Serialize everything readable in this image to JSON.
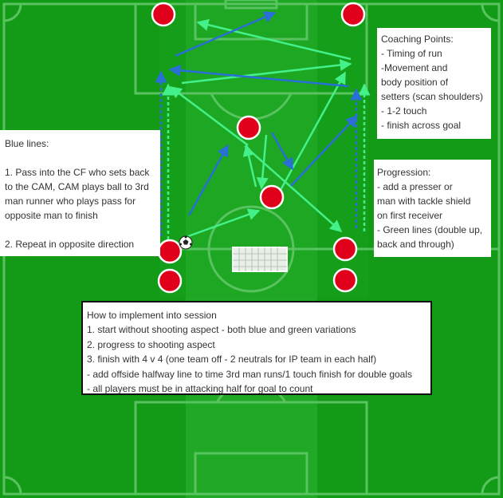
{
  "colors": {
    "pitch": "#139a17",
    "pitch_stripe": "#20a826",
    "pitch_lines": "#58c35f",
    "blue_line": "#2a6fd6",
    "green_line": "#44f08a",
    "player": "#e1001b"
  },
  "icons": {
    "player": "red-player-circle",
    "ball": "soccer-ball-icon",
    "goal": "goal-net-icon"
  },
  "coaching_points": {
    "lines": [
      "Coaching Points:",
      "- Timing of run",
      "-Movement and",
      "body position of",
      "setters (scan shoulders)",
      "- 1-2 touch",
      "- finish across goal"
    ]
  },
  "blue_lines_note": {
    "lines": [
      "Blue lines:",
      "",
      "1. Pass into the CF who sets back",
      "to the CAM, CAM plays ball to 3rd",
      "man runner who plays pass for",
      "opposite man to finish",
      "",
      "2. Repeat in opposite direction"
    ]
  },
  "progression_note": {
    "lines": [
      "Progression:",
      "- add a presser or",
      "man with tackle shield",
      "on first receiver",
      "- Green lines (double up,",
      "back and through)"
    ]
  },
  "implementation_note": {
    "lines": [
      "How to implement into session",
      "1. start without shooting aspect - both blue and green variations",
      "2. progress to shooting aspect",
      "3. finish with 4 v 4 (one team off - 2 neutrals for IP team in each half)",
      "- add offside halfway line to time 3rd man runs/1 touch finish for double goals",
      "- all players must be in attacking half for goal to count"
    ]
  }
}
